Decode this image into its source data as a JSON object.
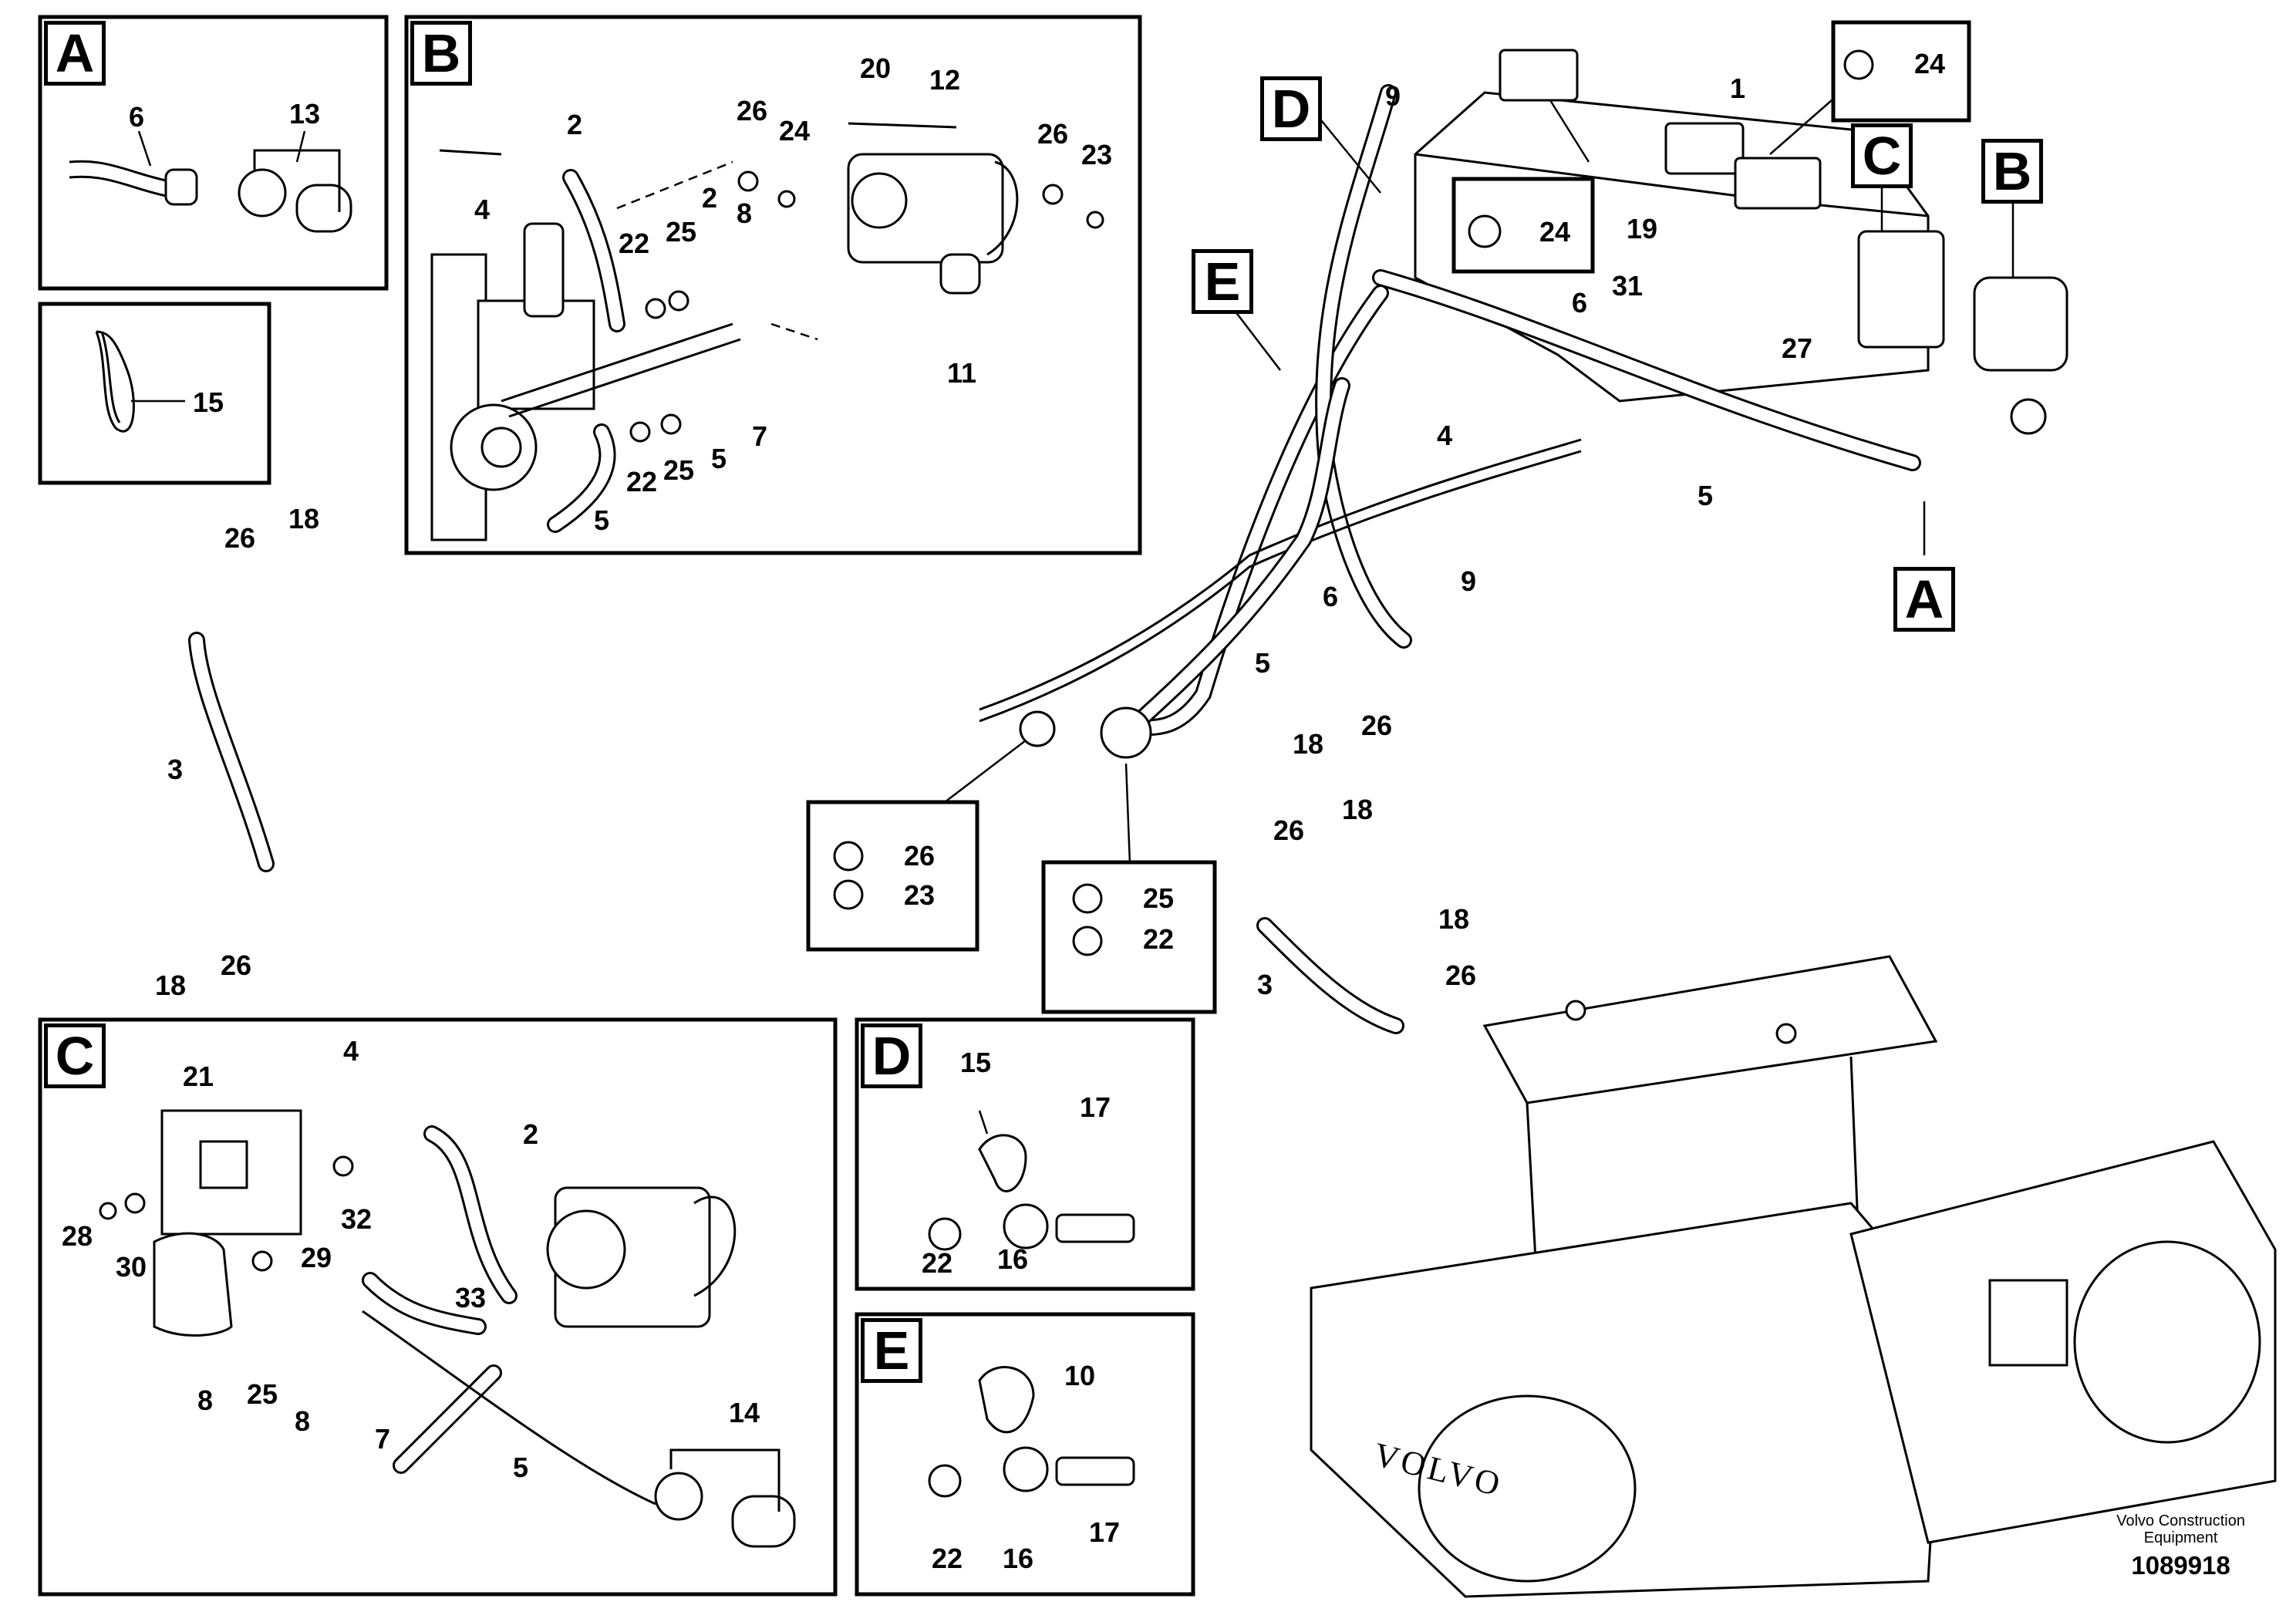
{
  "panels": {
    "A": {
      "letter": "A",
      "callouts": [
        "6",
        "13"
      ]
    },
    "B": {
      "letter": "B",
      "callouts": [
        "2",
        "4",
        "22",
        "25",
        "2",
        "8",
        "26",
        "24",
        "20",
        "12",
        "26",
        "23",
        "11",
        "7",
        "5",
        "22",
        "25",
        "5"
      ]
    },
    "C": {
      "letter": "C",
      "callouts": [
        "21",
        "4",
        "2",
        "28",
        "30",
        "32",
        "29",
        "33",
        "8",
        "25",
        "8",
        "7",
        "5",
        "14"
      ]
    },
    "D": {
      "letter": "D",
      "callouts": [
        "15",
        "17",
        "22",
        "16"
      ]
    },
    "E": {
      "letter": "E",
      "callouts": [
        "10",
        "22",
        "16",
        "17"
      ]
    },
    "tie": {
      "callouts": [
        "15"
      ]
    }
  },
  "main_callouts": [
    "9",
    "1",
    "24",
    "24",
    "19",
    "31",
    "6",
    "27",
    "4",
    "5",
    "6",
    "9",
    "5",
    "18",
    "26",
    "26",
    "18",
    "3",
    "18",
    "26",
    "26",
    "23",
    "25",
    "22",
    "26",
    "18",
    "18",
    "26",
    "3"
  ],
  "main_letters": [
    "D",
    "C",
    "B",
    "E",
    "A"
  ],
  "main_detail_boxes": {
    "nut24_top": [
      "24"
    ],
    "nut24_mid": [
      "24"
    ],
    "box_26_23": [
      "26",
      "23"
    ],
    "box_25_22": [
      "25",
      "22"
    ]
  },
  "footer": {
    "brand_line1": "Volvo Construction",
    "brand_line2": "Equipment",
    "drawing_number": "1089918"
  },
  "machine_lettering": "VOLVO"
}
